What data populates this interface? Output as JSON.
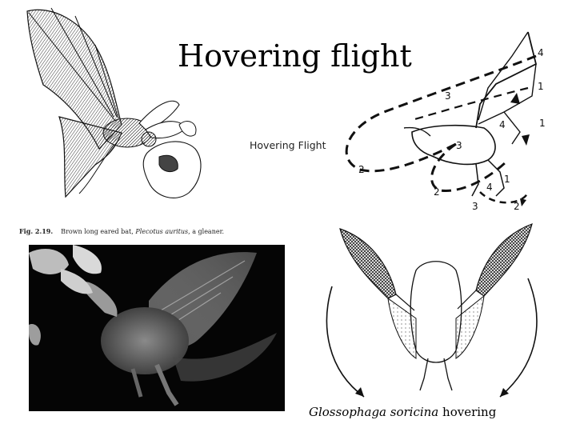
{
  "slide": {
    "title": "Hovering flight"
  },
  "top_left_figure": {
    "fig_number": "Fig. 2.19.",
    "caption_pre": "Brown long eared bat,",
    "caption_species": "Plecotus auritus",
    "caption_post": ", a gleaner."
  },
  "wingstroke_diagram": {
    "label": "Hovering Flight",
    "stroke_numbers": [
      "4",
      "1",
      "3",
      "4",
      "1",
      "3",
      "2",
      "2",
      "4",
      "1",
      "3",
      "2"
    ]
  },
  "bottom_right_figure": {
    "caption_species": "Glossophaga soricina",
    "caption_rest": " hovering"
  }
}
